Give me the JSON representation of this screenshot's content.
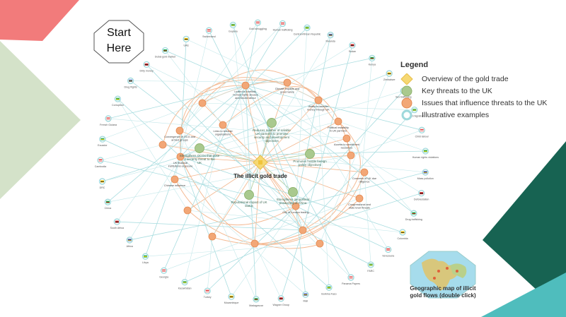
{
  "start": {
    "line1": "Start",
    "line2": "Here"
  },
  "center": {
    "title": "The illicit gold trade"
  },
  "legend": {
    "title": "Legend",
    "items": [
      {
        "label": "Overview of the gold trade",
        "symbol": "diamond",
        "color": "#f6d873"
      },
      {
        "label": "Key threats to the UK",
        "symbol": "circle",
        "color": "#a9c98e"
      },
      {
        "label": "Issues that influence threats to the UK",
        "symbol": "circle",
        "color": "#f2a777"
      },
      {
        "label": "Illustrative examples",
        "symbol": "ring",
        "color": "#9fd9dc"
      }
    ]
  },
  "map": {
    "caption_line1": "Geographic map of illicit",
    "caption_line2": "gold flows (double click)"
  },
  "threats": [
    {
      "label": "Reduces number of reliable UK partners to promote security and development objectives"
    },
    {
      "label": "Strengthens OCGs that pose a security threat to the UK"
    },
    {
      "label": "Promotes hostile foreign policy objectives"
    },
    {
      "label": "Reputational impact of UK status"
    },
    {
      "label": "Strengthens geopolitical positioning of China"
    }
  ],
  "issues": [
    {
      "label": "Linked to conflicts, human rights abuses and forced labour"
    },
    {
      "label": "Climate impacts and governance"
    },
    {
      "label": "Ability to launder money through UK"
    },
    {
      "label": "Convergence of OCG and armed groups"
    },
    {
      "label": "Links to terrorist organisations"
    },
    {
      "label": "UK financial institutions exposure"
    },
    {
      "label": "Political instability in UK partners"
    },
    {
      "label": "Access to sanctioned resources"
    },
    {
      "label": "Concerns of UK due diligence"
    },
    {
      "label": "Chinese influence"
    },
    {
      "label": "City of London trading"
    },
    {
      "label": "Congressional and state level threats"
    }
  ],
  "examples": [
    {
      "label": "Human trafficking"
    },
    {
      "label": "Central African Republic"
    },
    {
      "label": "Rwanda"
    },
    {
      "label": "Sudan"
    },
    {
      "label": "Kenya"
    },
    {
      "label": "Zimbabwe"
    },
    {
      "label": "Sex trafficking"
    },
    {
      "label": "Forced migration"
    },
    {
      "label": "Child labour"
    },
    {
      "label": "Human rights violations"
    },
    {
      "label": "Mass pollution"
    },
    {
      "label": "Deforestation"
    },
    {
      "label": "Drug trafficking"
    },
    {
      "label": "Colombia"
    },
    {
      "label": "Venezuela"
    },
    {
      "label": "FARC"
    },
    {
      "label": "Panama Papers"
    },
    {
      "label": "Burkina Faso"
    },
    {
      "label": "Mali"
    },
    {
      "label": "Wagner Group"
    },
    {
      "label": "Madagascar"
    },
    {
      "label": "Mozambique"
    },
    {
      "label": "Turkey"
    },
    {
      "label": "Kazakhstan"
    },
    {
      "label": "Georgia"
    },
    {
      "label": "Libya"
    },
    {
      "label": "Africa"
    },
    {
      "label": "South Africa"
    },
    {
      "label": "China"
    },
    {
      "label": "DRC"
    },
    {
      "label": "Cambodia"
    },
    {
      "label": "Ecuador"
    },
    {
      "label": "French Guiana"
    },
    {
      "label": "Corruption"
    },
    {
      "label": "Drug flights"
    },
    {
      "label": "Dirty money"
    },
    {
      "label": "Dubai gold market"
    },
    {
      "label": "UAE"
    },
    {
      "label": "Switzerland"
    },
    {
      "label": "Guyana"
    },
    {
      "label": "Gold smuggling"
    }
  ]
}
